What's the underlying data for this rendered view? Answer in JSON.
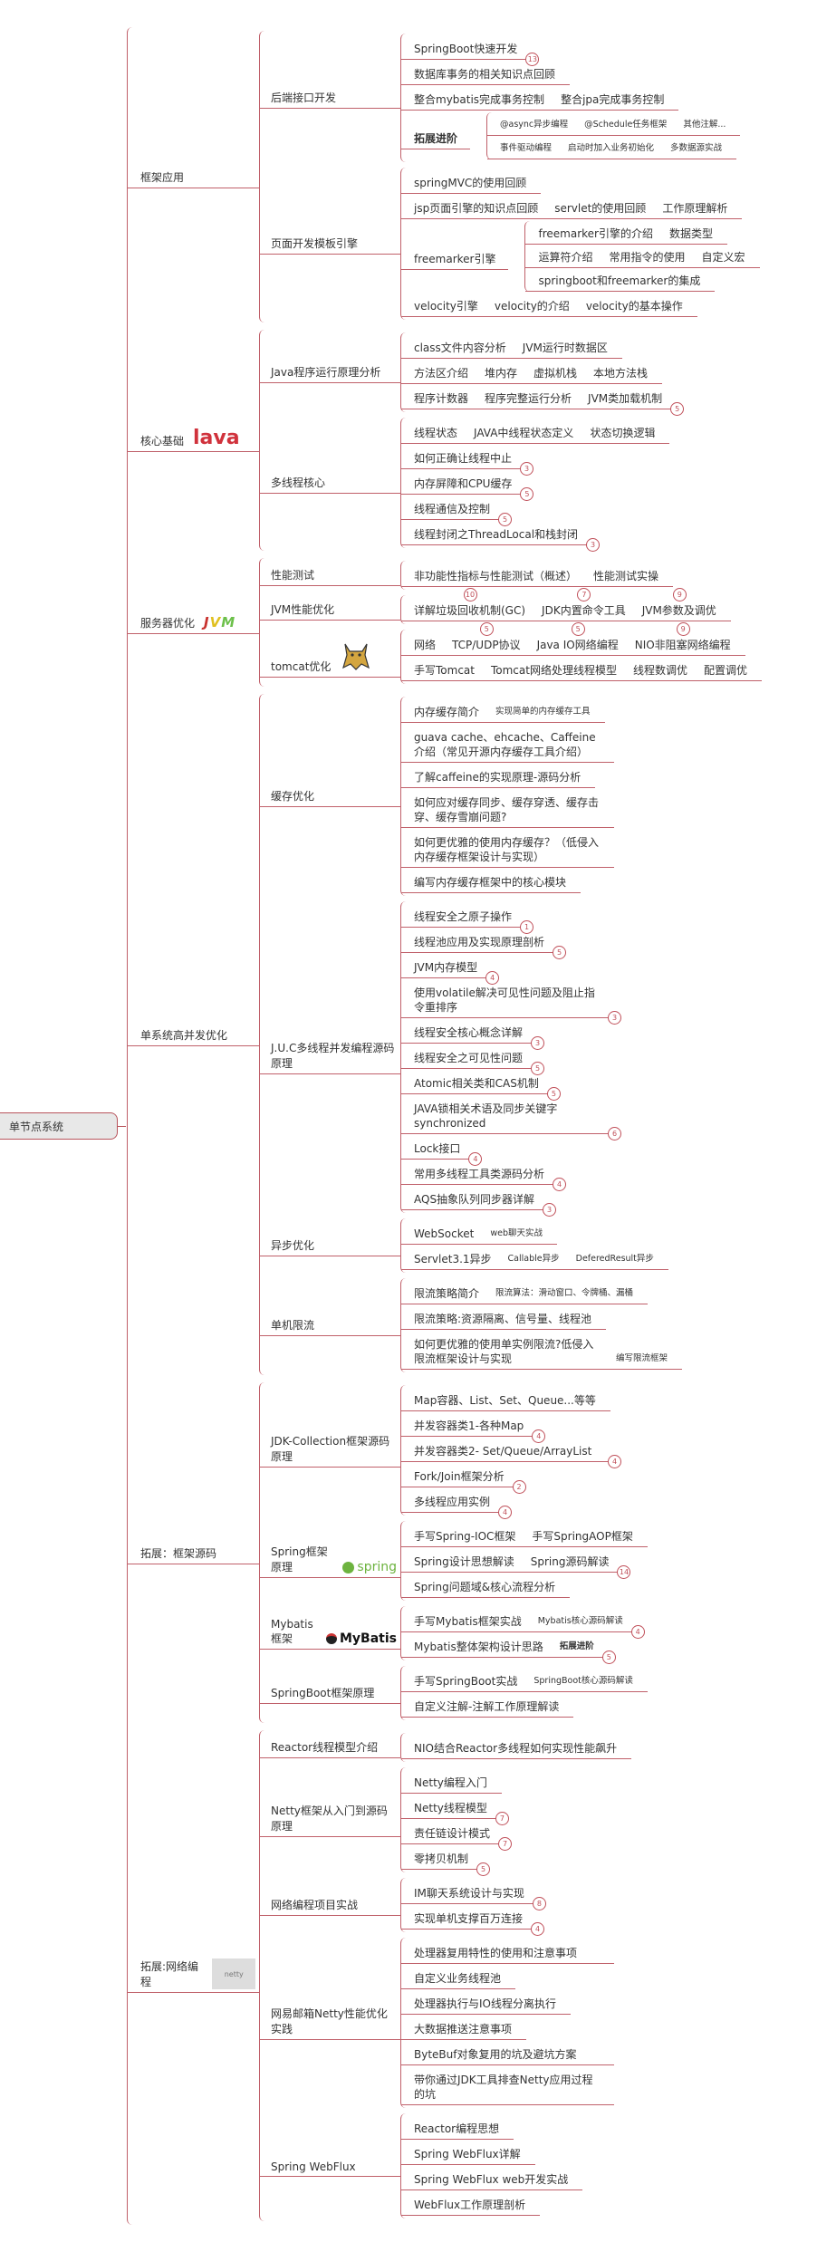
{
  "root": "单节点系统",
  "colors": {
    "line": "#c0606a",
    "badge": "#c0505a"
  },
  "categories": [
    {
      "label": "框架应用",
      "children": [
        {
          "label": "后端接口开发",
          "rows": [
            {
              "cells": [
                {
                  "text": "SpringBoot快速开发"
                }
              ],
              "badge": "13"
            },
            {
              "cells": [
                {
                  "text": "数据库事务的相关知识点回顾"
                }
              ]
            },
            {
              "cells": [
                {
                  "text": "整合mybatis完成事务控制"
                },
                {
                  "text": "整合jpa完成事务控制"
                }
              ]
            },
            {
              "label": "拓展进阶",
              "sub": [
                {
                  "cells": [
                    {
                      "text": "@async异步编程",
                      "small": true
                    },
                    {
                      "text": "@Schedule任务框架",
                      "small": true
                    },
                    {
                      "text": "其他注解...",
                      "small": true
                    }
                  ]
                },
                {
                  "cells": [
                    {
                      "text": "事件驱动编程",
                      "small": true
                    },
                    {
                      "text": "启动时加入业务初始化",
                      "small": true
                    },
                    {
                      "text": "多数据源实战",
                      "small": true
                    }
                  ]
                }
              ]
            }
          ]
        },
        {
          "label": "页面开发模板引擎",
          "rows": [
            {
              "cells": [
                {
                  "text": "springMVC的使用回顾"
                }
              ]
            },
            {
              "cells": [
                {
                  "text": "jsp页面引擎的知识点回顾"
                },
                {
                  "text": "servlet的使用回顾"
                },
                {
                  "text": "工作原理解析"
                }
              ]
            },
            {
              "label": "freemarker引擎",
              "plain": true,
              "sub": [
                {
                  "cells": [
                    {
                      "text": "freemarker引擎的介绍"
                    },
                    {
                      "text": "数据类型"
                    }
                  ]
                },
                {
                  "cells": [
                    {
                      "text": "运算符介绍"
                    },
                    {
                      "text": "常用指令的使用"
                    },
                    {
                      "text": "自定义宏"
                    }
                  ]
                },
                {
                  "cells": [
                    {
                      "text": "springboot和freemarker的集成"
                    }
                  ]
                }
              ]
            },
            {
              "cells": [
                {
                  "text": "velocity引擎"
                },
                {
                  "text": "velocity的介绍"
                },
                {
                  "text": "velocity的基本操作"
                }
              ]
            }
          ]
        }
      ]
    },
    {
      "label": "核心基础",
      "logo": {
        "type": "java",
        "text": "lava"
      },
      "children": [
        {
          "label": "Java程序运行原理分析",
          "rows": [
            {
              "cells": [
                {
                  "text": "class文件内容分析"
                },
                {
                  "text": "JVM运行时数据区"
                }
              ]
            },
            {
              "cells": [
                {
                  "text": "方法区介绍"
                },
                {
                  "text": "堆内存"
                },
                {
                  "text": "虚拟机栈"
                },
                {
                  "text": "本地方法栈"
                }
              ]
            },
            {
              "cells": [
                {
                  "text": "程序计数器"
                },
                {
                  "text": "程序完整运行分析"
                },
                {
                  "text": "JVM类加载机制"
                }
              ],
              "badge": "5"
            }
          ]
        },
        {
          "label": "多线程核心",
          "rows": [
            {
              "cells": [
                {
                  "text": "线程状态"
                },
                {
                  "text": "JAVA中线程状态定义"
                },
                {
                  "text": "状态切换逻辑"
                }
              ]
            },
            {
              "cells": [
                {
                  "text": "如何正确让线程中止"
                }
              ],
              "badge": "3"
            },
            {
              "cells": [
                {
                  "text": "内存屏障和CPU缓存"
                }
              ],
              "badge": "5"
            },
            {
              "cells": [
                {
                  "text": "线程通信及控制"
                }
              ],
              "badge": "5"
            },
            {
              "cells": [
                {
                  "text": "线程封闭之ThreadLocal和栈封闭"
                }
              ],
              "badge": "3"
            }
          ]
        }
      ]
    },
    {
      "label": "服务器优化",
      "logo": {
        "type": "jvm",
        "text": "JVM"
      },
      "children": [
        {
          "label": "性能测试",
          "rows": [
            {
              "cells": [
                {
                  "text": "非功能性指标与性能测试（概述）"
                },
                {
                  "text": "性能测试实操"
                }
              ]
            }
          ]
        },
        {
          "label": "JVM性能优化",
          "rows": [
            {
              "cells": [
                {
                  "text": "详解垃圾回收机制(GC)",
                  "badge": "10"
                },
                {
                  "text": "JDK内置命令工具",
                  "badge": "7"
                },
                {
                  "text": "JVM参数及调优",
                  "badge": "9"
                }
              ]
            }
          ]
        },
        {
          "label": "tomcat优化",
          "logo": {
            "type": "tomcat",
            "text": "tomcat"
          },
          "rows": [
            {
              "cells": [
                {
                  "text": "网络"
                },
                {
                  "text": "TCP/UDP协议",
                  "badge": "5"
                },
                {
                  "text": "Java IO网络编程",
                  "badge": "5"
                },
                {
                  "text": "NIO非阻塞网络编程",
                  "badge": "9"
                }
              ]
            },
            {
              "cells": [
                {
                  "text": "手写Tomcat"
                },
                {
                  "text": "Tomcat网络处理线程模型"
                },
                {
                  "text": "线程数调优"
                },
                {
                  "text": "配置调优"
                }
              ]
            }
          ]
        }
      ]
    },
    {
      "label": "单系统高并发优化",
      "children": [
        {
          "label": "缓存优化",
          "rows": [
            {
              "cells": [
                {
                  "text": "内存缓存简介"
                },
                {
                  "text": "实现简单的内存缓存工具",
                  "small": true
                }
              ]
            },
            {
              "cells": [
                {
                  "text": "guava cache、ehcache、Caffeine介绍（常见开源内存缓存工具介绍）",
                  "wrap": true
                }
              ]
            },
            {
              "cells": [
                {
                  "text": "了解caffeine的实现原理-源码分析"
                }
              ]
            },
            {
              "cells": [
                {
                  "text": "如何应对缓存同步、缓存穿透、缓存击穿、缓存雪崩问题?",
                  "wrap": true
                }
              ]
            },
            {
              "cells": [
                {
                  "text": "如何更优雅的使用内存缓存？（低侵入内存缓存框架设计与实现）",
                  "wrap": true
                }
              ]
            },
            {
              "cells": [
                {
                  "text": "编写内存缓存框架中的核心模块"
                }
              ]
            }
          ]
        },
        {
          "label": "J.U.C多线程并发编程源码原理",
          "rows": [
            {
              "cells": [
                {
                  "text": "线程安全之原子操作"
                }
              ],
              "badge": "1"
            },
            {
              "cells": [
                {
                  "text": "线程池应用及实现原理剖析"
                }
              ],
              "badge": "5"
            },
            {
              "cells": [
                {
                  "text": "JVM内存模型"
                }
              ],
              "badge": "4"
            },
            {
              "cells": [
                {
                  "text": "使用volatile解决可见性问题及阻止指令重排序",
                  "wrap": true
                }
              ],
              "badge": "3"
            },
            {
              "cells": [
                {
                  "text": "线程安全核心概念详解"
                }
              ],
              "badge": "3"
            },
            {
              "cells": [
                {
                  "text": "线程安全之可见性问题"
                }
              ],
              "badge": "5"
            },
            {
              "cells": [
                {
                  "text": "Atomic相关类和CAS机制"
                }
              ],
              "badge": "5"
            },
            {
              "cells": [
                {
                  "text": "JAVA锁相关术语及同步关键字synchronized",
                  "wrap": true
                }
              ],
              "badge": "6"
            },
            {
              "cells": [
                {
                  "text": "Lock接口"
                }
              ],
              "badge": "4"
            },
            {
              "cells": [
                {
                  "text": "常用多线程工具类源码分析"
                }
              ],
              "badge": "4"
            },
            {
              "cells": [
                {
                  "text": "AQS抽象队列同步器详解"
                }
              ],
              "badge": "3"
            }
          ]
        },
        {
          "label": "异步优化",
          "rows": [
            {
              "cells": [
                {
                  "text": "WebSocket"
                },
                {
                  "text": "web聊天实战",
                  "small": true
                }
              ]
            },
            {
              "cells": [
                {
                  "text": "Servlet3.1异步"
                },
                {
                  "text": "Callable异步",
                  "small": true
                },
                {
                  "text": "DeferedResult异步",
                  "small": true
                }
              ]
            }
          ]
        },
        {
          "label": "单机限流",
          "rows": [
            {
              "cells": [
                {
                  "text": "限流策略简介"
                },
                {
                  "text": "限流算法：滑动窗口、令牌桶、漏桶",
                  "small": true
                }
              ]
            },
            {
              "cells": [
                {
                  "text": "限流策略:资源隔离、信号量、线程池"
                }
              ]
            },
            {
              "cells": [
                {
                  "text": "如何更优雅的使用单实例限流?低侵入限流框架设计与实现",
                  "wrap": true
                },
                {
                  "text": "编写限流框架",
                  "small": true
                }
              ]
            }
          ]
        }
      ]
    },
    {
      "label": "拓展：框架源码",
      "children": [
        {
          "label": "JDK-Collection框架源码原理",
          "rows": [
            {
              "cells": [
                {
                  "text": "Map容器、List、Set、Queue...等等"
                }
              ]
            },
            {
              "cells": [
                {
                  "text": "并发容器类1-各种Map"
                }
              ],
              "badge": "4"
            },
            {
              "cells": [
                {
                  "text": "并发容器类2- Set/Queue/ArrayList",
                  "wrap": true
                }
              ],
              "badge": "4"
            },
            {
              "cells": [
                {
                  "text": "Fork/Join框架分析"
                }
              ],
              "badge": "2"
            },
            {
              "cells": [
                {
                  "text": "多线程应用实例"
                }
              ],
              "badge": "4"
            }
          ]
        },
        {
          "label": "Spring框架原理",
          "logo": {
            "type": "spring",
            "text": "spring"
          },
          "rows": [
            {
              "cells": [
                {
                  "text": "手写Spring-IOC框架"
                },
                {
                  "text": "手写SpringAOP框架"
                }
              ]
            },
            {
              "cells": [
                {
                  "text": "Spring设计思想解读"
                },
                {
                  "text": "Spring源码解读"
                }
              ],
              "badge": "14"
            },
            {
              "cells": [
                {
                  "text": "Spring问题域&核心流程分析"
                }
              ]
            }
          ]
        },
        {
          "label": "Mybatis框架",
          "logo": {
            "type": "mybatis",
            "text": "MyBatis"
          },
          "rows": [
            {
              "cells": [
                {
                  "text": "手写Mybatis框架实战"
                },
                {
                  "text": "Mybatis核心源码解读",
                  "small": true
                }
              ],
              "badge": "4"
            },
            {
              "cells": [
                {
                  "text": "Mybatis整体架构设计思路"
                },
                {
                  "text": "拓展进阶",
                  "small": true,
                  "bold": true
                }
              ],
              "badge": "5"
            }
          ]
        },
        {
          "label": "SpringBoot框架原理",
          "rows": [
            {
              "cells": [
                {
                  "text": "手写SpringBoot实战"
                },
                {
                  "text": "SpringBoot核心源码解读",
                  "small": true
                }
              ]
            },
            {
              "cells": [
                {
                  "text": "自定义注解-注解工作原理解读"
                }
              ]
            }
          ]
        }
      ]
    },
    {
      "label": "拓展:网络编程",
      "logo": {
        "type": "netty",
        "text": "netty"
      },
      "children": [
        {
          "label": "Reactor线程模型介绍",
          "rows": [
            {
              "cells": [
                {
                  "text": "NIO结合Reactor多线程如何实现性能飙升"
                }
              ]
            }
          ]
        },
        {
          "label": "Netty框架从入门到源码原理",
          "rows": [
            {
              "cells": [
                {
                  "text": "Netty编程入门"
                }
              ]
            },
            {
              "cells": [
                {
                  "text": "Netty线程模型"
                }
              ],
              "badge": "7"
            },
            {
              "cells": [
                {
                  "text": "责任链设计模式"
                }
              ],
              "badge": "7"
            },
            {
              "cells": [
                {
                  "text": "零拷贝机制"
                }
              ],
              "badge": "5"
            }
          ]
        },
        {
          "label": "网络编程项目实战",
          "rows": [
            {
              "cells": [
                {
                  "text": "IM聊天系统设计与实现"
                }
              ],
              "badge": "8"
            },
            {
              "cells": [
                {
                  "text": "实现单机支撑百万连接"
                }
              ],
              "badge": "4"
            }
          ]
        },
        {
          "label": "网易邮箱Netty性能优化实践",
          "rows": [
            {
              "cells": [
                {
                  "text": "处理器复用特性的使用和注意事项",
                  "wrap": true
                }
              ]
            },
            {
              "cells": [
                {
                  "text": "自定义业务线程池"
                }
              ]
            },
            {
              "cells": [
                {
                  "text": "处理器执行与IO线程分离执行"
                }
              ]
            },
            {
              "cells": [
                {
                  "text": "大数据推送注意事项"
                }
              ]
            },
            {
              "cells": [
                {
                  "text": "ByteBuf对象复用的坑及避坑方案",
                  "wrap": true
                }
              ]
            },
            {
              "cells": [
                {
                  "text": "带你通过JDK工具排查Netty应用过程的坑",
                  "wrap": true
                }
              ]
            }
          ]
        },
        {
          "label": "Spring WebFlux",
          "rows": [
            {
              "cells": [
                {
                  "text": "Reactor编程思想"
                }
              ]
            },
            {
              "cells": [
                {
                  "text": "Spring WebFlux详解"
                }
              ]
            },
            {
              "cells": [
                {
                  "text": "Spring WebFlux web开发实战"
                }
              ]
            },
            {
              "cells": [
                {
                  "text": "WebFlux工作原理剖析"
                }
              ]
            }
          ]
        }
      ]
    }
  ]
}
